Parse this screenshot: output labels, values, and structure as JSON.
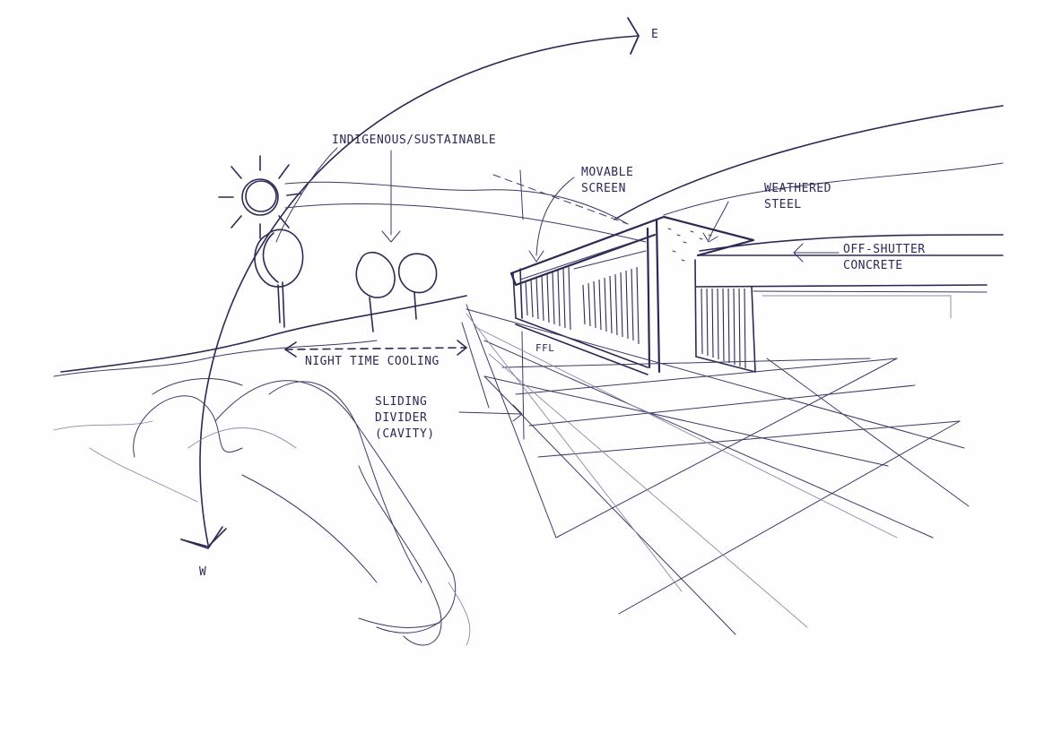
{
  "annotations": {
    "compass_east": "E",
    "compass_west": "W",
    "indigenous": "INDIGENOUS/SUSTAINABLE",
    "movable_screen": "MOVABLE\nSCREEN",
    "weathered_steel": "WEATHERED\nSTEEL",
    "off_shutter": "OFF-SHUTTER\nCONCRETE",
    "night_cooling": "NIGHT TIME COOLING",
    "sliding_divider": "SLIDING\nDIVIDER\n(CAVITY)",
    "ffl": "FFL"
  },
  "colors": {
    "ink": "#2a2a55",
    "paper": "#fefefe"
  }
}
